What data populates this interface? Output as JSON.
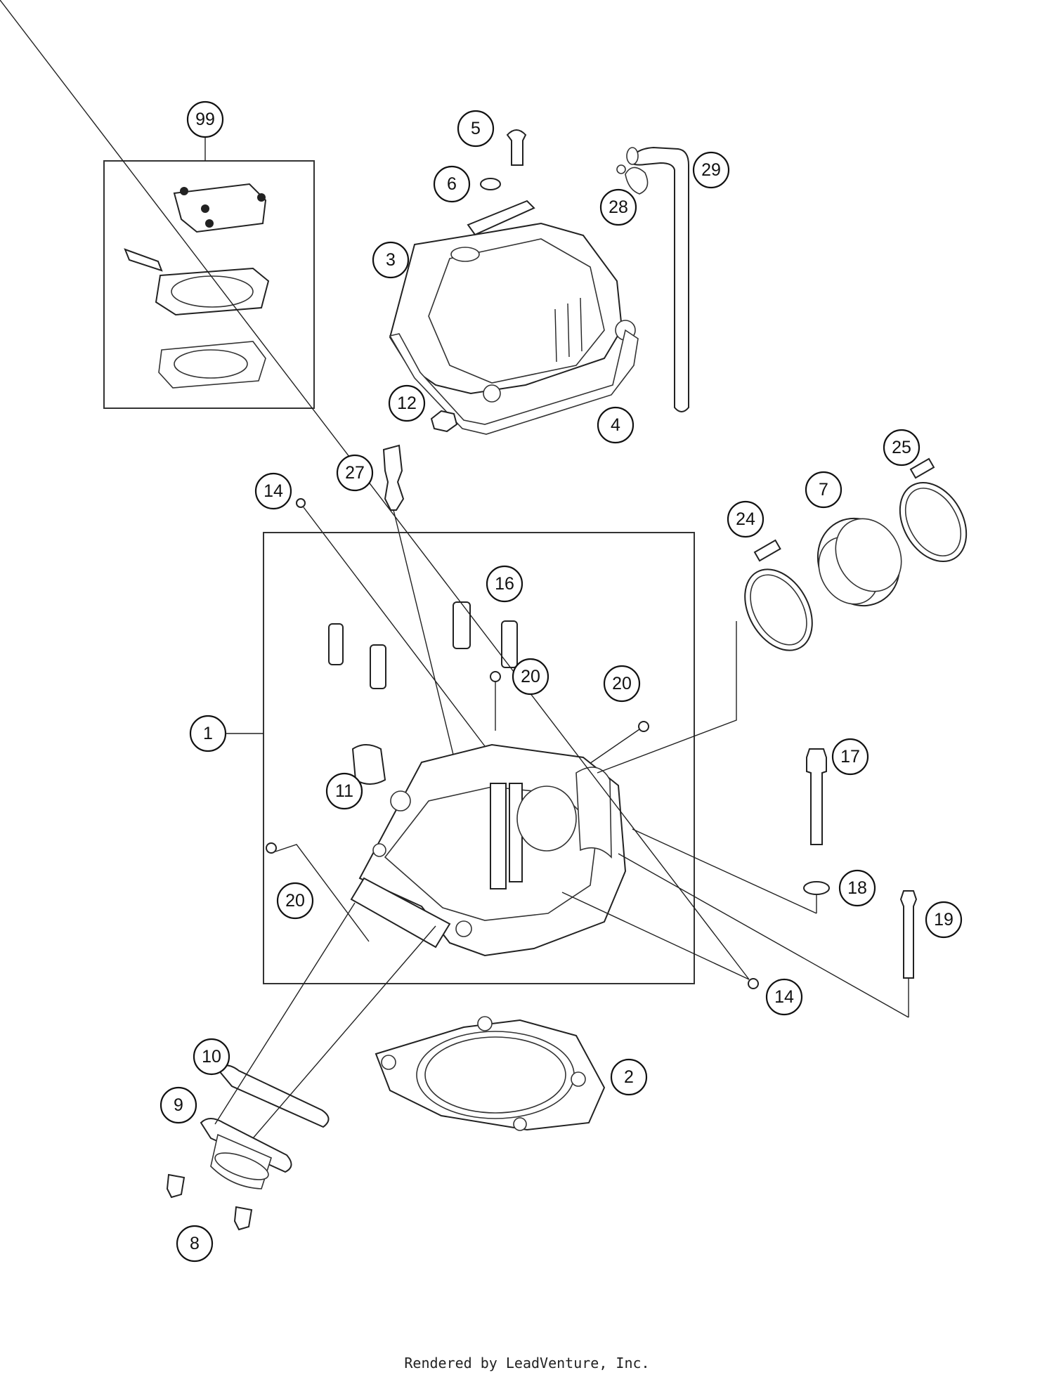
{
  "footer": {
    "text": "Rendered by LeadVenture, Inc."
  },
  "callouts": [
    "99",
    "5",
    "6",
    "29",
    "28",
    "3",
    "12",
    "4",
    "27",
    "14",
    "25",
    "7",
    "24",
    "16",
    "20",
    "20",
    "1",
    "11",
    "17",
    "18",
    "20",
    "19",
    "14",
    "10",
    "2",
    "9",
    "8"
  ]
}
